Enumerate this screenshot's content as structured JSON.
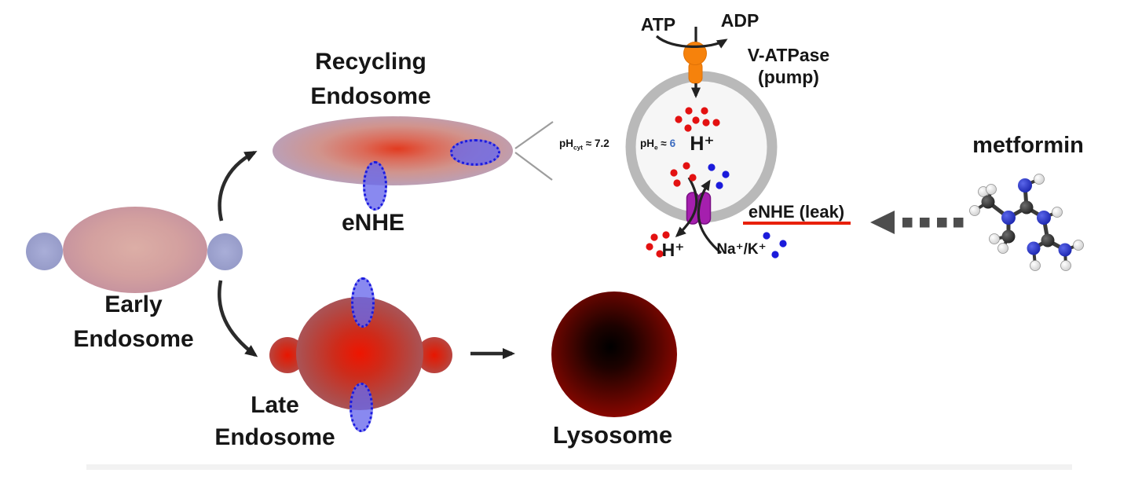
{
  "organelles": {
    "early_endosome": {
      "label_line1": "Early",
      "label_line2": "Endosome"
    },
    "recycling_endosome": {
      "label_line1": "Recycling",
      "label_line2": "Endosome"
    },
    "late_endosome": {
      "label_line1": "Late",
      "label_line2": "Endosome"
    },
    "lysosome": {
      "label": "Lysosome"
    }
  },
  "transporters": {
    "enhe": {
      "label": "eNHE"
    },
    "enhe_leak": {
      "label": "eNHE (leak)"
    },
    "v_atpase": {
      "label_line1": "V-ATPase",
      "label_line2": "(pump)"
    }
  },
  "vesicle_detail": {
    "atp": "ATP",
    "adp": "ADP",
    "h_plus_lumen": "H⁺",
    "h_plus_cytosol": "H⁺",
    "na_k": "Na⁺/K⁺",
    "ph_cytosol": {
      "base": "pH",
      "sub": "cyt",
      "rest": " ≈ 7.2"
    },
    "ph_endosome": {
      "base": "pH",
      "sub": "e",
      "rest": " ≈ ",
      "value": "6"
    }
  },
  "drug": {
    "label": "metformin"
  },
  "colors": {
    "pump_orange": "#f6820c",
    "transporter_purple": "#a51fae",
    "proton_dot_red": "#e31111",
    "cation_dot_blue": "#1b1bdb",
    "leak_underline_red": "#e8200a",
    "ph_value_blue": "#3c6cc0",
    "membrane_gray": "#b9b9b9",
    "inhibition_arrow_gray": "#4d4d4d"
  }
}
